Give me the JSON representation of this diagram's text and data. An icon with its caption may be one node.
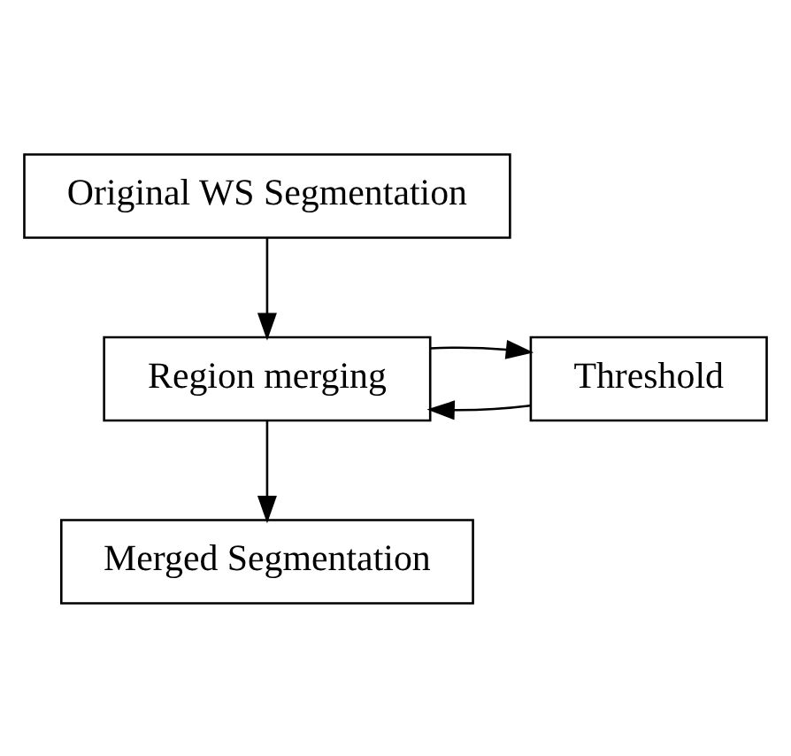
{
  "diagram": {
    "nodes": [
      {
        "text": [
          "Original WS Segmentation"
        ]
      },
      {
        "text": [
          "Threshold"
        ]
      },
      {
        "text": [
          "Region merging"
        ]
      },
      {
        "text": [
          "Merged Segmentation"
        ]
      }
    ],
    "edges": [
      {
        "from": 0,
        "to": 2,
        "arrow": "to"
      },
      {
        "from": 1,
        "to": 2,
        "arrow": "to"
      },
      {
        "from": 2,
        "to": 1,
        "arrow": "to"
      },
      {
        "from": 2,
        "to": 3,
        "arrow": "to"
      }
    ]
  }
}
